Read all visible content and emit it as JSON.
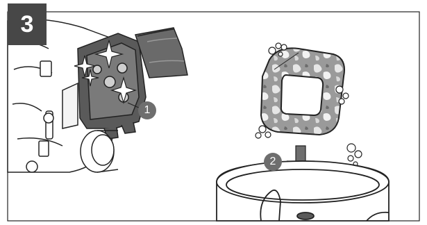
{
  "step": {
    "number": "3"
  },
  "callouts": [
    {
      "label": "1"
    },
    {
      "label": "2"
    }
  ],
  "colors": {
    "badge": "#474747",
    "callout": "#6e6e6e",
    "line": "#222222",
    "mid_gray": "#8a8a8a",
    "light_gray": "#d2d2d2"
  },
  "icons": [
    "sparkle-icon",
    "down-arrow-icon",
    "bubbles-icon"
  ]
}
